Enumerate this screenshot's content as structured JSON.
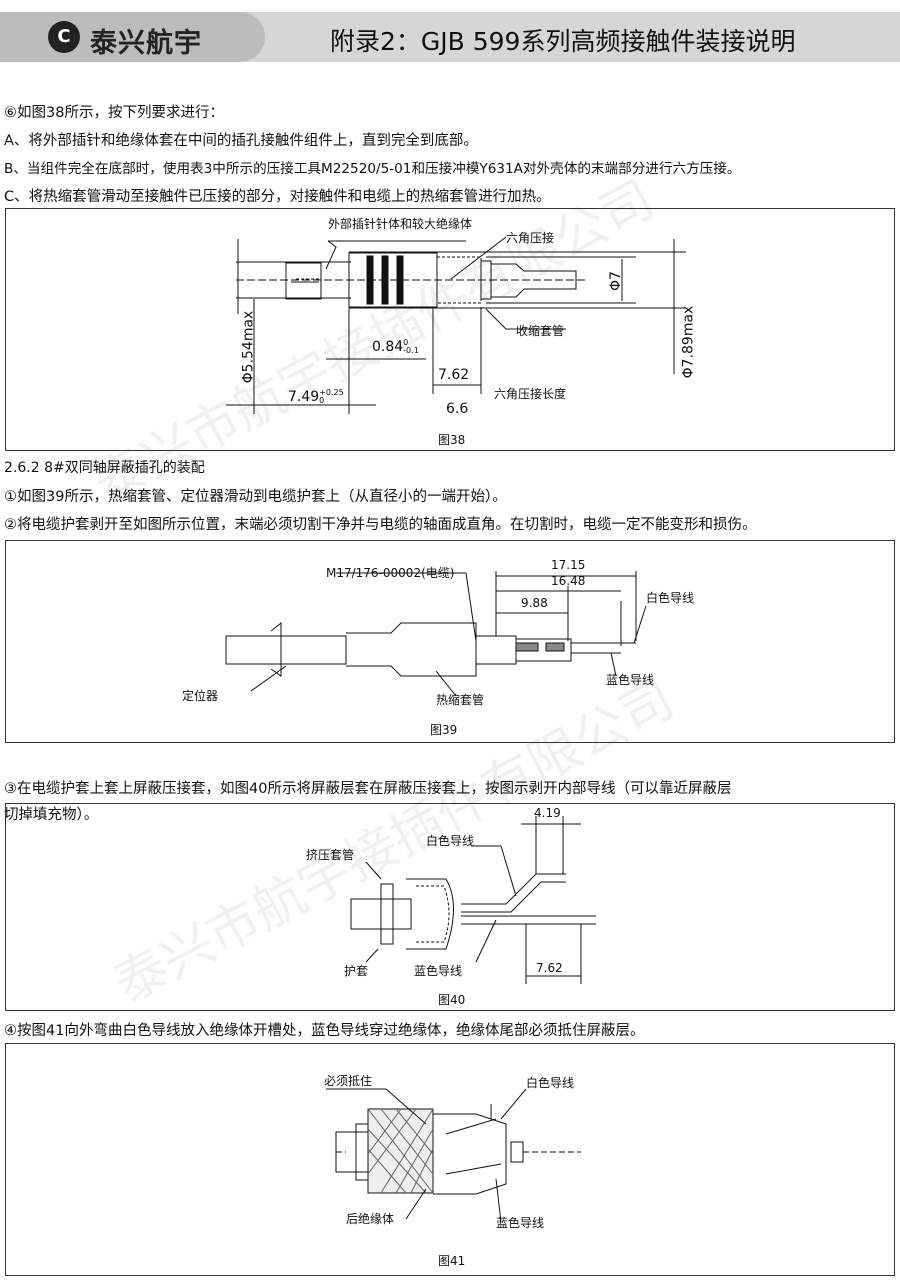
{
  "header": {
    "logo_mark": "C",
    "brand": "泰兴航宇",
    "title": "附录2：GJB 599系列高频接触件装接说明"
  },
  "section1": {
    "intro": "⑥如图38所示，按下列要求进行：",
    "a": "A、将外部插针和绝缘体套在中间的插孔接触件组件上，直到完全到底部。",
    "b": "B、当组件完全在底部时，使用表3中所示的压接工具M22520/5-01和压接冲模Y631A对外壳体的末端部分进行六方压接。",
    "c": "C、将热缩套管滑动至接触件已压接的部分，对接触件和电缆上的热缩套管进行加热。"
  },
  "fig38": {
    "label_outer": "外部插针针体和较大绝缘体",
    "label_hex": "六角压接",
    "label_shrink": "收缩套管",
    "label_hexlen": "六角压接长度",
    "dim_554": "Φ5.54max",
    "dim_789": "Φ7.89max",
    "dim_7": "Φ7",
    "dim_084": "0.84",
    "dim_084_tol_up": "0",
    "dim_084_tol_dn": "-0.1",
    "dim_749": "7.49",
    "dim_749_tol_up": "+0.25",
    "dim_749_tol_dn": "0",
    "dim_762": "7.62",
    "dim_66": "6.6",
    "caption": "图38"
  },
  "section2": {
    "heading": "2.6.2 8#双同轴屏蔽插孔的装配",
    "step1": "①如图39所示，热缩套管、定位器滑动到电缆护套上（从直径小的一端开始）。",
    "step2": "②将电缆护套剥开至如图所示位置，末端必须切割干净并与电缆的轴面成直角。在切割时，电缆一定不能变形和损伤。"
  },
  "fig39": {
    "cable": "M17/176-00002(电缆)",
    "white": "白色导线",
    "blue": "蓝色导线",
    "locator": "定位器",
    "shrink": "热缩套管",
    "dim1": "17.15",
    "dim2": "16.48",
    "dim3": "9.88",
    "caption": "图39"
  },
  "section3": {
    "step3_line1": "③在电缆护套上套上屏蔽压接套，如图40所示将屏蔽层套在屏蔽压接套上，按图示剥开内部导线（可以靠近屏蔽层",
    "step3_line2": "切掉填充物）。"
  },
  "fig40": {
    "crimp": "挤压套管",
    "white": "白色导线",
    "sheath": "护套",
    "blue": "蓝色导线",
    "dim1": "4.19",
    "dim2": "7.62",
    "caption": "图40"
  },
  "section4": {
    "step4": "④按图41向外弯曲白色导线放入绝缘体开槽处，蓝色导线穿过绝缘体，绝缘体尾部必须抵住屏蔽层。"
  },
  "fig41": {
    "must": "必须抵住",
    "white": "白色导线",
    "rear": "后绝缘体",
    "blue": "蓝色导线",
    "caption": "图41"
  },
  "watermark": "泰兴市航宇接插件有限公司"
}
